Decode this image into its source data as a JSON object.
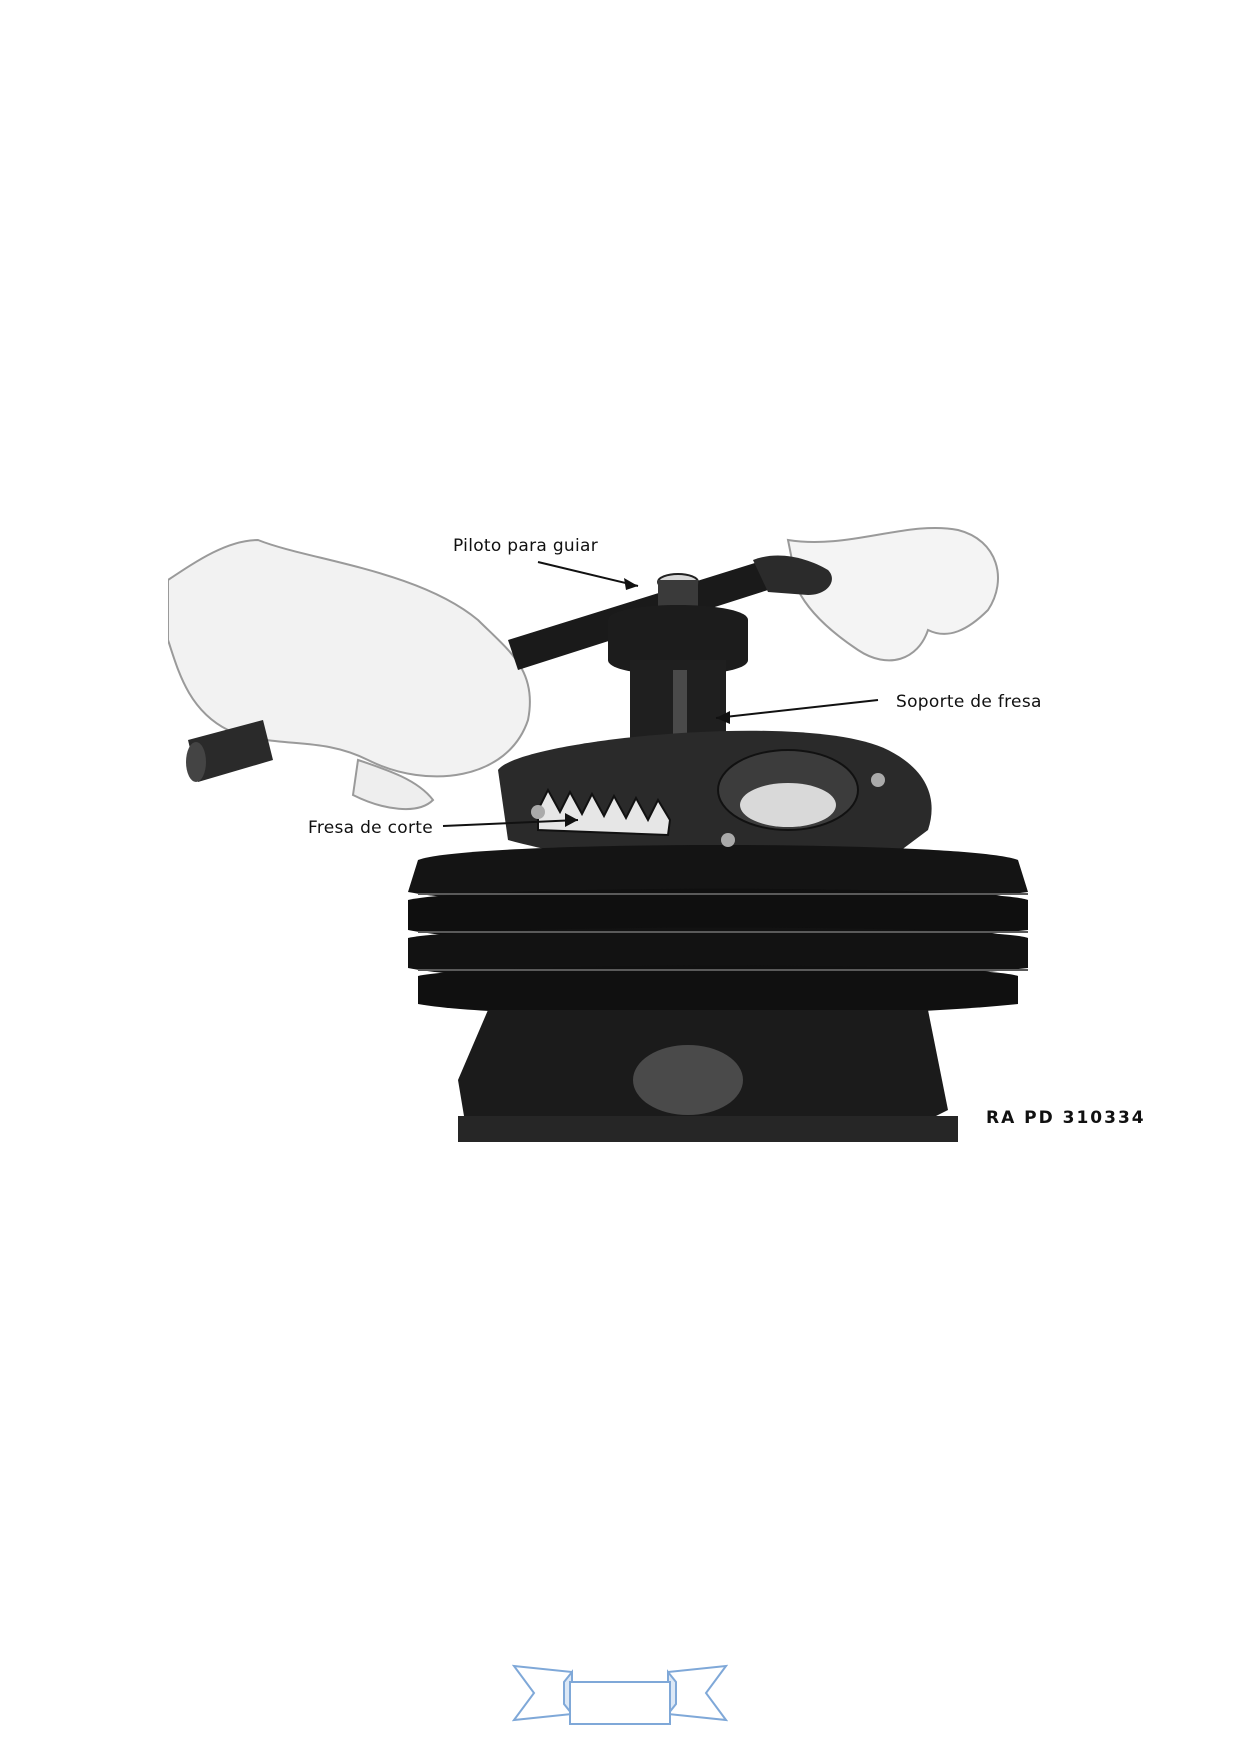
{
  "figure": {
    "callouts": {
      "pilot": "Piloto para guiar",
      "holder": "Soporte de fresa",
      "cutter": "Fresa de corte"
    },
    "code": "RA PD 310334",
    "colors": {
      "ink": "#111111",
      "engine": "#1a1a1a",
      "hand": "#f2f2f2"
    }
  },
  "footer": {
    "ribbon_icon": "page-number-ribbon-icon",
    "ribbon_color": "#7fa8d8"
  }
}
